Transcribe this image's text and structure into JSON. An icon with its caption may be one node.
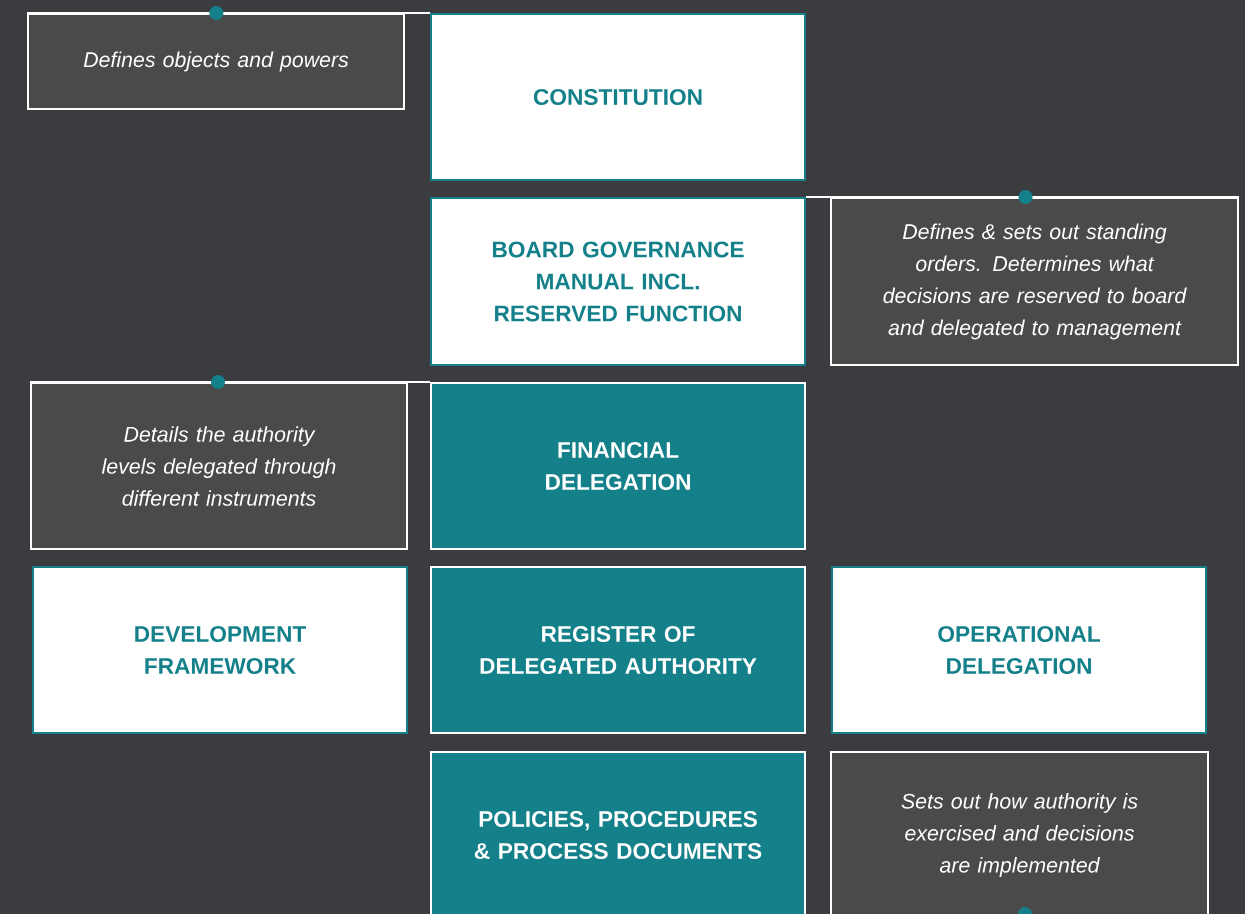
{
  "diagram": {
    "nodes": [
      {
        "text": [
          "Defines objects and powers"
        ]
      },
      {
        "text": [
          "CONSTITUTION"
        ]
      },
      {
        "text": [
          "BOARD GOVERNANCE MANUAL INCL. RESERVED FUNCTION"
        ]
      },
      {
        "text": [
          "Defines & sets out standing orders. Determines what decisions are reserved to board and delegated to management"
        ]
      },
      {
        "text": [
          "Details the authority levels delegated through different instruments"
        ]
      },
      {
        "text": [
          "FINANCIAL DELEGATION"
        ]
      },
      {
        "text": [
          "DEVELOPMENT FRAMEWORK"
        ]
      },
      {
        "text": [
          "REGISTER OF DELEGATED AUTHORITY"
        ]
      },
      {
        "text": [
          "OPERATIONAL DELEGATION"
        ]
      },
      {
        "text": [
          "POLICIES, PROCEDURES & PROCESS DOCUMENTS"
        ]
      },
      {
        "text": [
          "Sets out how authority is exercised and decisions are implemented"
        ]
      }
    ],
    "edges": [
      {
        "from": 0,
        "to": 1,
        "arrow": "none"
      },
      {
        "from": 2,
        "to": 3,
        "arrow": "none"
      },
      {
        "from": 4,
        "to": 5,
        "arrow": "none"
      }
    ]
  }
}
